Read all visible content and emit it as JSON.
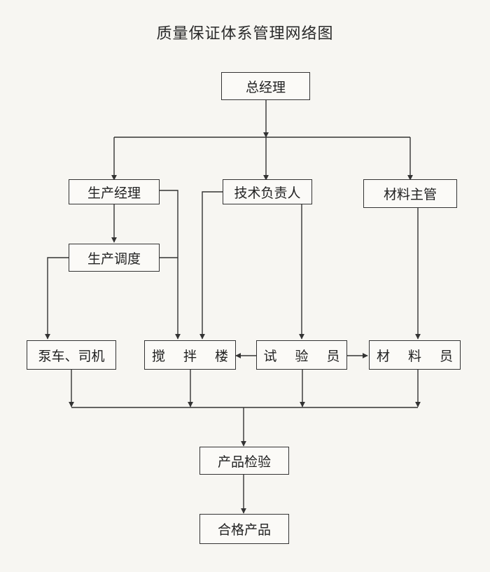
{
  "title": "质量保证体系管理网络图",
  "nodes": {
    "general_manager": "总经理",
    "production_manager": "生产经理",
    "technical_lead": "技术负责人",
    "materials_supervisor": "材料主管",
    "production_dispatch": "生产调度",
    "pump_driver": "泵车、司机",
    "mixing_plant": "搅 拌 楼",
    "tester": "试 验 员",
    "materials_clerk": "材 料 员",
    "product_inspection": "产品检验",
    "qualified_product": "合格产品"
  },
  "colors": {
    "line": "#333333",
    "background": "#f7f6f2"
  }
}
